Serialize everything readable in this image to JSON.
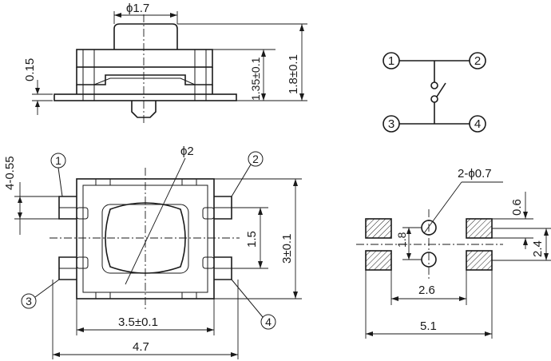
{
  "dimensions": {
    "button_diameter": "ϕ1.7",
    "standoff": "0.15",
    "body_height": "1.35±0.1",
    "total_height": "1.8±0.1",
    "leg_width": "4-0.55",
    "actuator_diameter": "ϕ2",
    "pin_pitch_inner": "1.5",
    "body_depth": "3±0.1",
    "body_width": "3.5±0.1",
    "total_width": "4.7",
    "hole_spec": "2-ϕ0.7",
    "pad_height": "0.6",
    "hole_pitch": "1.8",
    "pad_pitch_vertical": "2.4",
    "pad_inner_span": "2.6",
    "pad_outer_span": "5.1"
  },
  "pins": [
    "1",
    "2",
    "3",
    "4"
  ],
  "icons": {
    "pin_marker": "circled-number-icon",
    "switch_symbol": "switch-contact-icon"
  }
}
